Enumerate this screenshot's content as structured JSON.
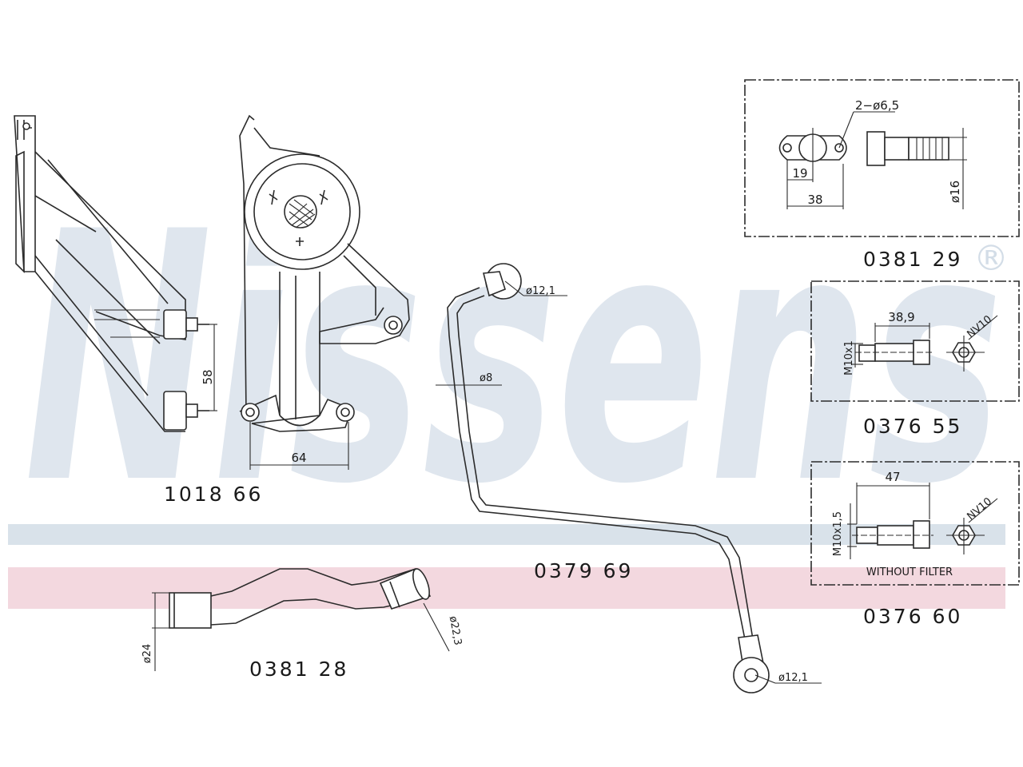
{
  "brand": {
    "watermark_text": "Nissens",
    "registered_mark": "®",
    "watermark_color": "#dfe6ee",
    "band_blue_color": "#d9e2ea",
    "band_pink_color": "#f3d8df"
  },
  "parts": {
    "part_101866": {
      "number": "1018  66",
      "dim_height": "58",
      "dim_width": "64"
    },
    "part_038129": {
      "number": "0381  29",
      "dim_holes": "2−ø6,5",
      "dim_19": "19",
      "dim_38": "38",
      "dim_16": "ø16"
    },
    "part_037655": {
      "number": "0376  55",
      "dim_length": "38,9",
      "dim_thread": "M10x1",
      "dim_hex": "NV10"
    },
    "part_037969": {
      "number": "0379  69",
      "dim_top": "ø12,1",
      "dim_pipe": "ø8",
      "dim_bottom": "ø12,1"
    },
    "part_037660": {
      "number": "0376  60",
      "dim_length": "47",
      "dim_thread": "M10x1,5",
      "dim_hex": "NV10",
      "note": "WITHOUT  FILTER"
    },
    "part_038128": {
      "number": "0381  28",
      "dim_left": "ø24",
      "dim_right": "ø22,3"
    }
  }
}
